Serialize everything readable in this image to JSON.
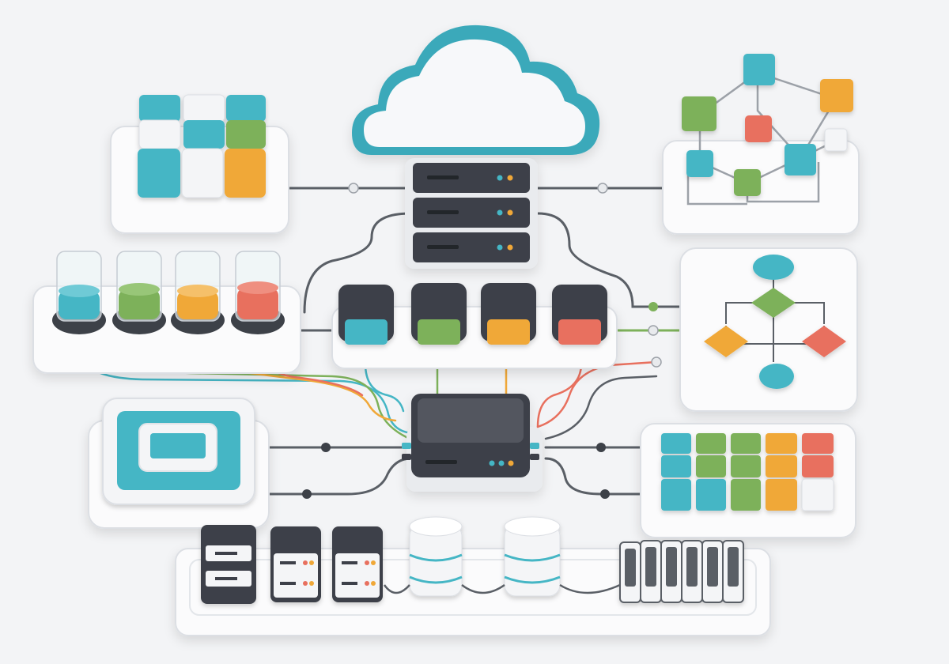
{
  "palette": {
    "background": "#f3f4f6",
    "platform": "#fbfbfc",
    "platform_edge": "#dcdfe4",
    "dark": "#3d4148",
    "dark_top": "#52575f",
    "teal": "#45b6c5",
    "green": "#7db15a",
    "orange": "#f0a838",
    "coral": "#e8705e",
    "white_block": "#f4f5f7",
    "cable": "#5a5f66",
    "led_teal": "#45b6c5",
    "led_orange": "#f0a838"
  },
  "nodes": [
    {
      "name": "cloud-icon",
      "kind": "cloud"
    },
    {
      "name": "top-server-stack",
      "kind": "server-stack",
      "units": 3
    },
    {
      "name": "block-grid-module",
      "kind": "block-grid",
      "cells": [
        "teal",
        "white",
        "teal",
        "white",
        "teal",
        "green",
        "teal",
        "white",
        "orange"
      ]
    },
    {
      "name": "graph-network-module",
      "kind": "node-graph"
    },
    {
      "name": "storage-cylinders-module",
      "kind": "cylinders",
      "fills": [
        "teal",
        "green",
        "orange",
        "coral"
      ]
    },
    {
      "name": "switch-row-module",
      "kind": "switches",
      "fills": [
        "teal",
        "green",
        "orange",
        "coral"
      ]
    },
    {
      "name": "flowchart-module",
      "kind": "flowchart"
    },
    {
      "name": "central-router",
      "kind": "router"
    },
    {
      "name": "frame-module",
      "kind": "frame"
    },
    {
      "name": "kanban-grid-module",
      "kind": "kanban",
      "columns": [
        "teal",
        "green",
        "green",
        "orange",
        "coral"
      ]
    },
    {
      "name": "rack-base-module",
      "kind": "rack",
      "items": [
        "dark-server",
        "server",
        "server",
        "database",
        "database",
        "blades"
      ]
    }
  ]
}
